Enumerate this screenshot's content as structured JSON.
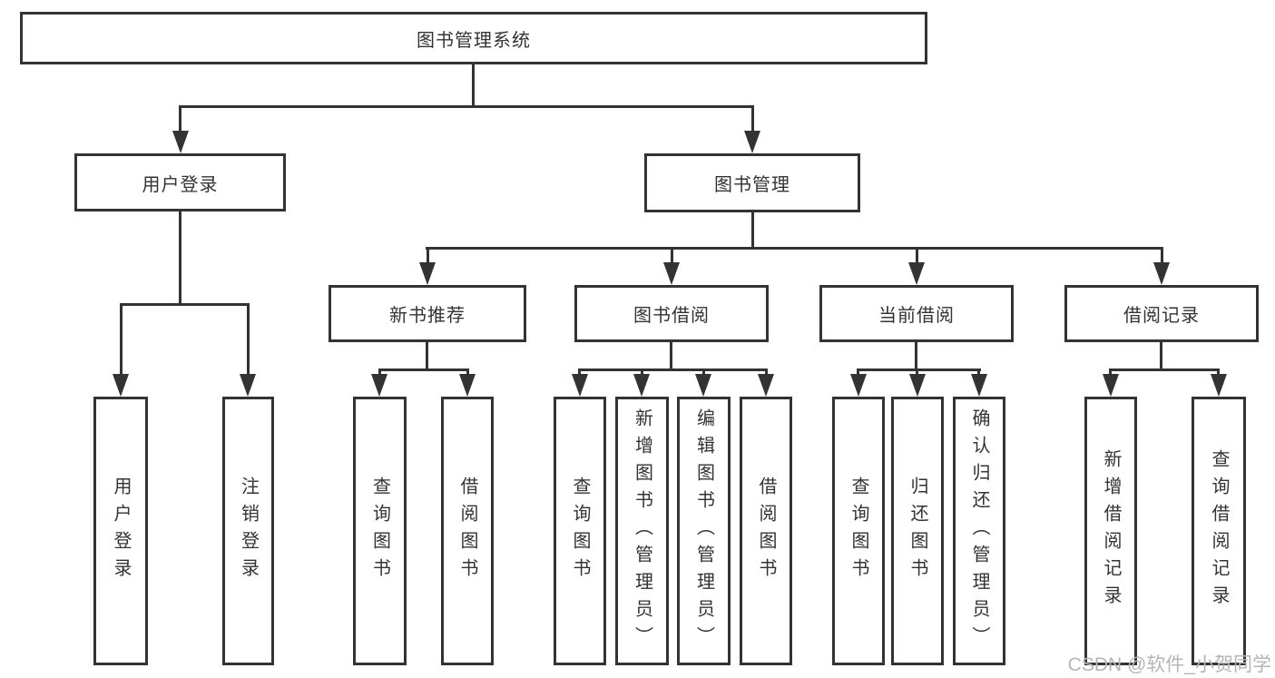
{
  "diagram": {
    "tree": {
      "label": "图书管理系统",
      "children": [
        {
          "label": "用户登录",
          "children": [
            {
              "label": "用户登录"
            },
            {
              "label": "注销登录"
            }
          ]
        },
        {
          "label": "图书管理",
          "children": [
            {
              "label": "新书推荐",
              "children": [
                {
                  "label": "查询图书"
                },
                {
                  "label": "借阅图书"
                }
              ]
            },
            {
              "label": "图书借阅",
              "children": [
                {
                  "label": "查询图书"
                },
                {
                  "label": "新增图书（管理员）"
                },
                {
                  "label": "编辑图书（管理员）"
                },
                {
                  "label": "借阅图书"
                }
              ]
            },
            {
              "label": "当前借阅",
              "children": [
                {
                  "label": "查询图书"
                },
                {
                  "label": "归还图书"
                },
                {
                  "label": "确认归还（管理员）"
                }
              ]
            },
            {
              "label": "借阅记录",
              "children": [
                {
                  "label": "新增借阅记录"
                },
                {
                  "label": "查询借阅记录"
                }
              ]
            }
          ]
        }
      ]
    }
  },
  "watermark": {
    "text": "CSDN @软件_小贺同学"
  },
  "colors": {
    "line": "#333333",
    "text": "#333333",
    "background": "#ffffff",
    "watermark": "#b5b5b5"
  }
}
